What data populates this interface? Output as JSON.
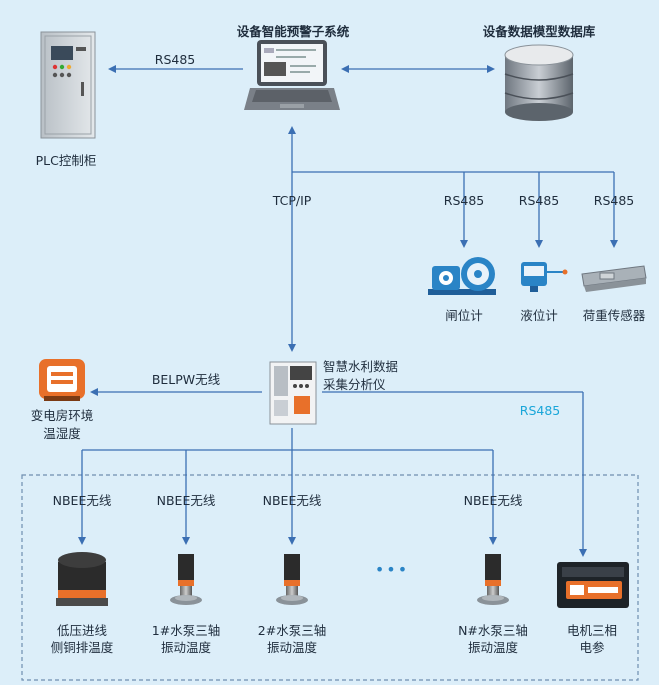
{
  "nodes": {
    "warning_system": "设备智能预警子系统",
    "database": "设备数据模型数据库",
    "plc_cabinet": "PLC控制柜",
    "gate_meter": "闸位计",
    "level_meter": "液位计",
    "load_sensor": "荷重传感器",
    "analyzer_line1": "智慧水利数据",
    "analyzer_line2": "采集分析仪",
    "substation_line1": "变电房环境",
    "substation_line2": "温湿度",
    "sensor_lowvoltage_line1": "低压进线",
    "sensor_lowvoltage_line2": "侧铜排温度",
    "sensor_pump1_line1": "1#水泵三轴",
    "sensor_pump1_line2": "振动温度",
    "sensor_pump2_line1": "2#水泵三轴",
    "sensor_pump2_line2": "振动温度",
    "sensor_pumpN_line1": "N#水泵三轴",
    "sensor_pumpN_line2": "振动温度",
    "motor_meter_line1": "电机三相",
    "motor_meter_line2": "电参"
  },
  "links": {
    "rs485_plc": "RS485",
    "tcpip": "TCP/IP",
    "rs485_gate": "RS485",
    "rs485_level": "RS485",
    "rs485_load": "RS485",
    "belpw": "BELPW无线",
    "rs485_motor": "RS485",
    "nbee_1": "NBEE无线",
    "nbee_2": "NBEE无线",
    "nbee_3": "NBEE无线",
    "nbee_4": "NBEE无线"
  },
  "ellipsis": "•••",
  "colors": {
    "background": "#dceef9",
    "line": "#3b6fb3",
    "rs485_highlight": "#1aa6d9",
    "accent_orange": "#e8702a",
    "device_blue": "#2a84c6"
  }
}
